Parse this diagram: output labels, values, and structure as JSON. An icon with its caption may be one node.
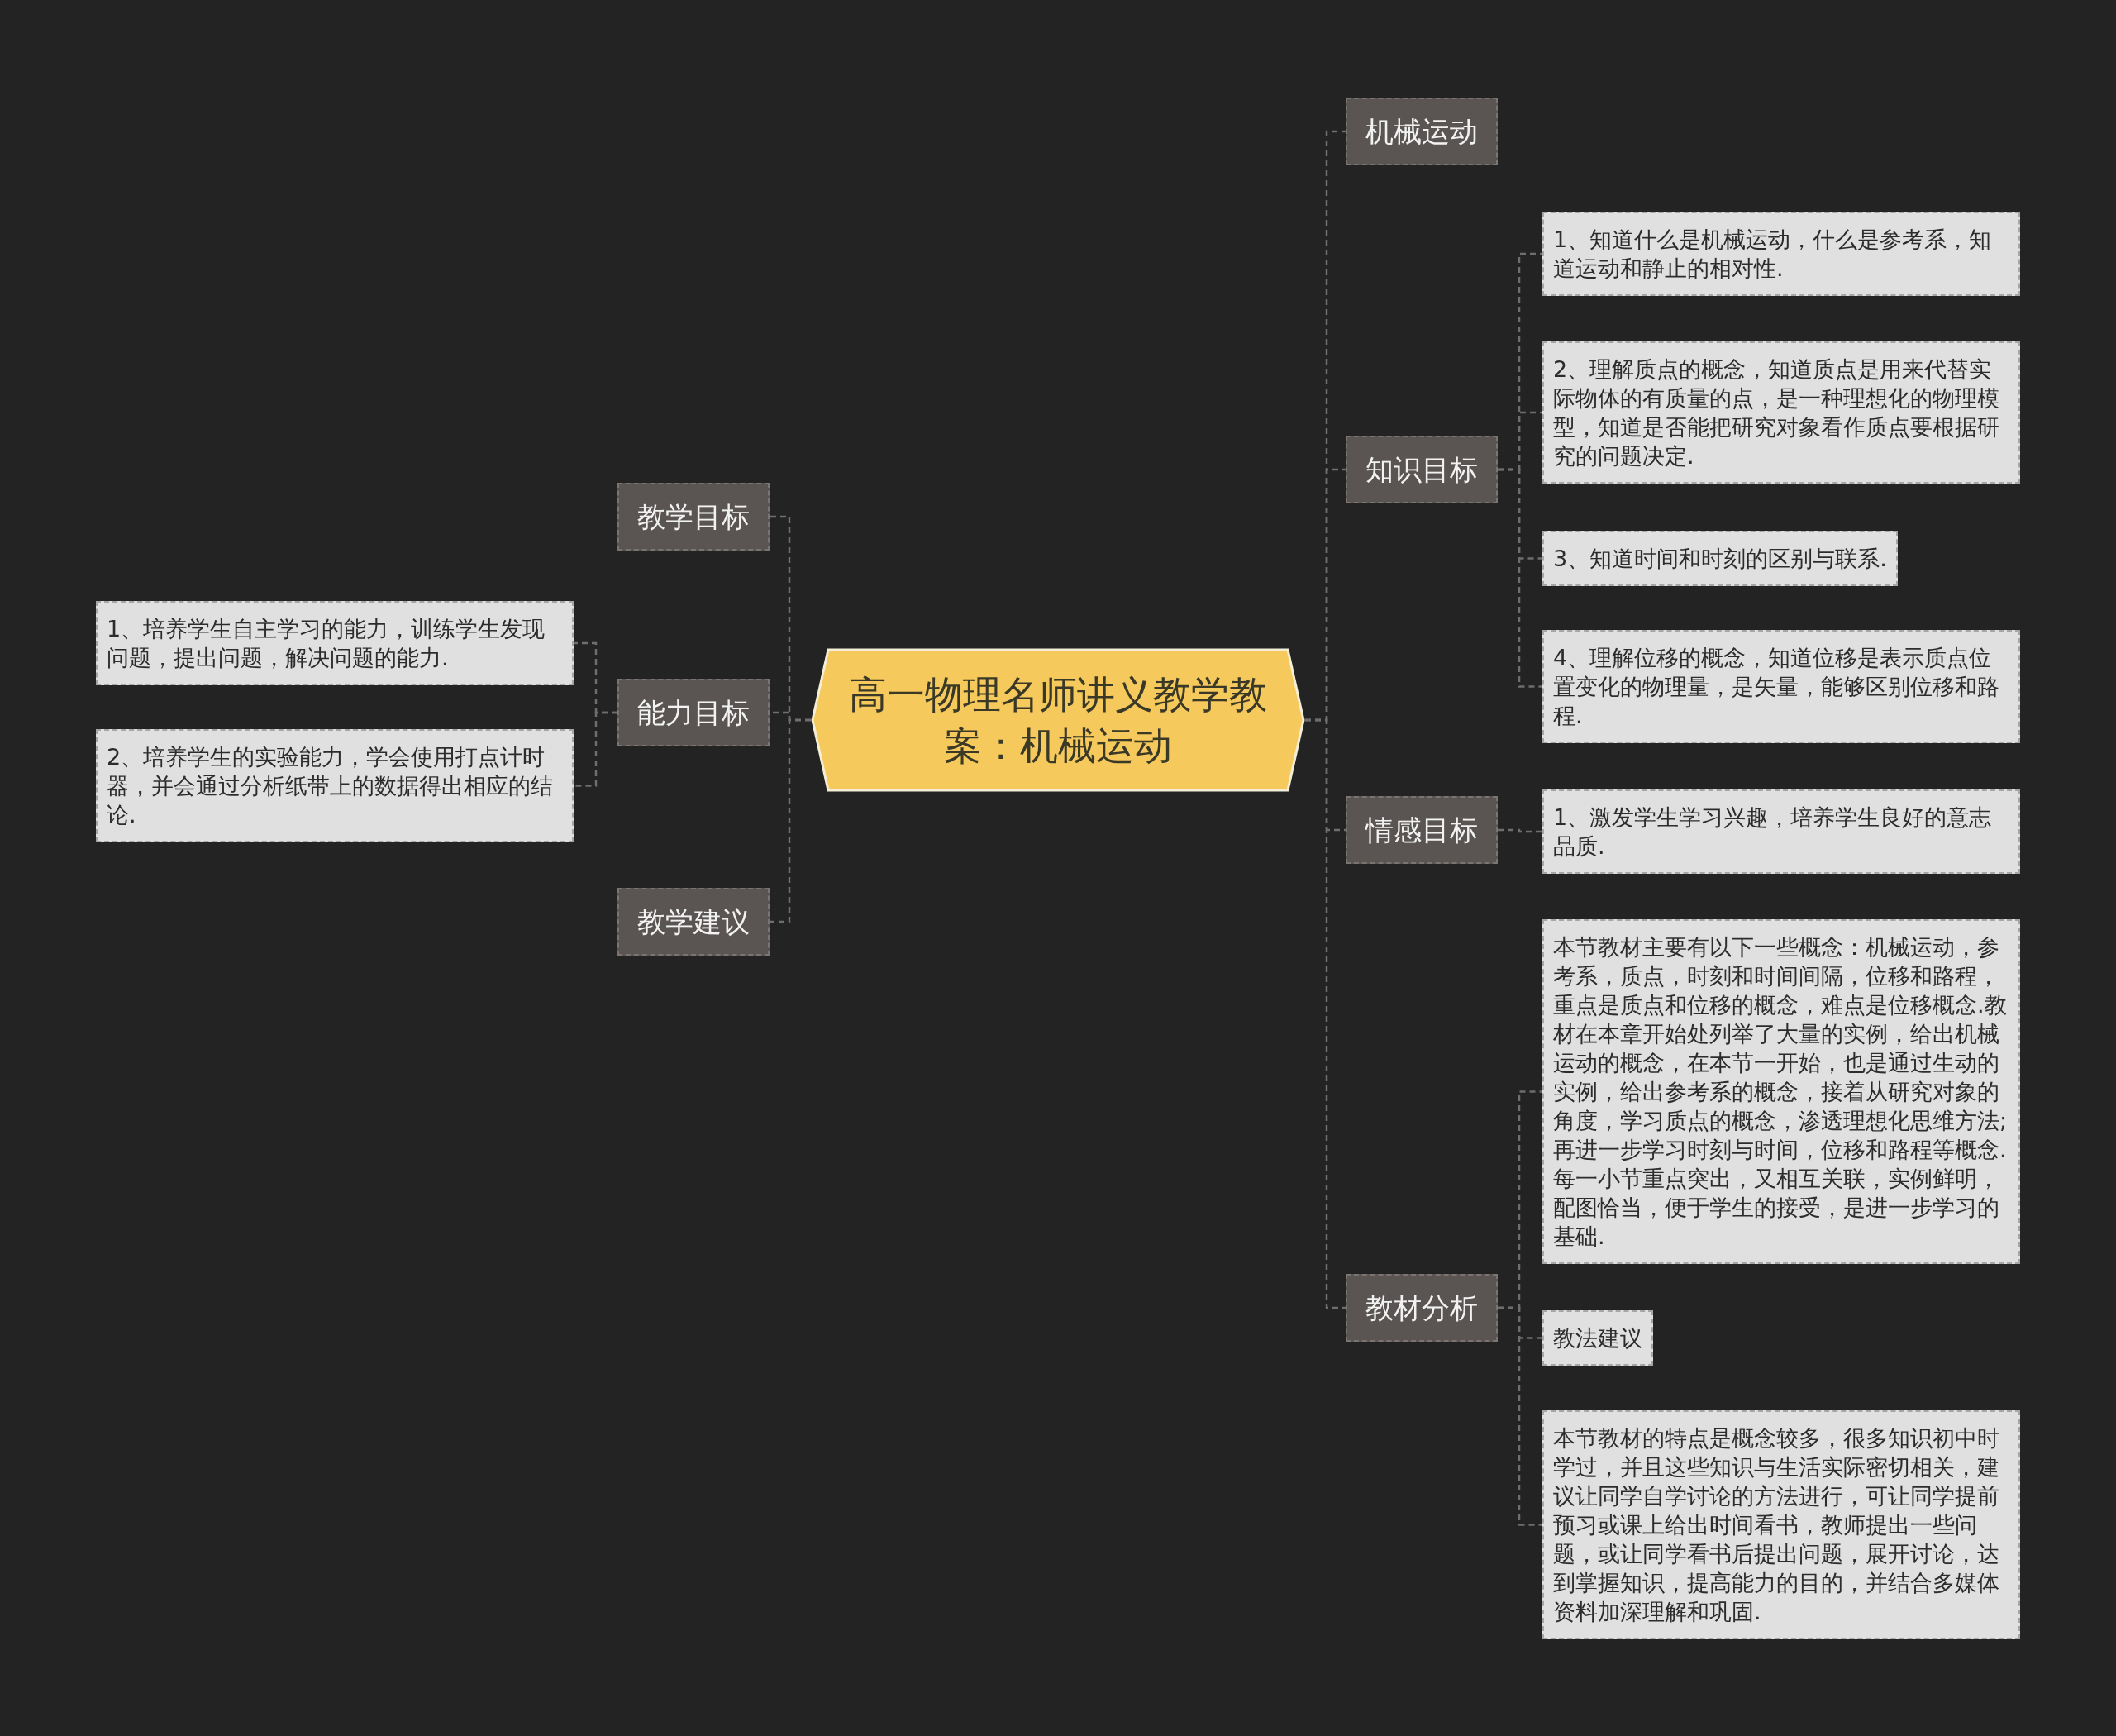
{
  "diagram": {
    "nodes": [
      {
        "text": [
          "高一物理名师讲义教学教案：机械运动"
        ]
      },
      {
        "text": [
          "教学目标"
        ]
      },
      {
        "text": [
          "能力目标"
        ]
      },
      {
        "text": [
          "教学建议"
        ]
      },
      {
        "text": [
          "1、培养学生自主学习的能力，训练学生发现问题，提出问题，解决问题的能力."
        ]
      },
      {
        "text": [
          "2、培养学生的实验能力，学会使用打点计时器，并会通过分析纸带上的数据得出相应的结论."
        ]
      },
      {
        "text": [
          "机械运动"
        ]
      },
      {
        "text": [
          "知识目标"
        ]
      },
      {
        "text": [
          "1、知道什么是机械运动，什么是参考系，知道运动和静止的相对性."
        ]
      },
      {
        "text": [
          "2、理解质点的概念，知道质点是用来代替实际物体的有质量的点，是一种理想化的物理模型，知道是否能把研究对象看作质点要根据研究的问题决定."
        ]
      },
      {
        "text": [
          "3、知道时间和时刻的区别与联系."
        ]
      },
      {
        "text": [
          "4、理解位移的概念，知道位移是表示质点位置变化的物理量，是矢量，能够区别位移和路程."
        ]
      },
      {
        "text": [
          "情感目标"
        ]
      },
      {
        "text": [
          "1、激发学生学习兴趣，培养学生良好的意志品质."
        ]
      },
      {
        "text": [
          "教材分析"
        ]
      },
      {
        "text": [
          "本节教材主要有以下一些概念：机械运动，参考系，质点，时刻和时间间隔，位移和路程，重点是质点和位移的概念，难点是位移概念.教材在本章开始处列举了大量的实例，给出机械运动的概念，在本节一开始，也是通过生动的实例，给出参考系的概念，接着从研究对象的角度，学习质点的概念，渗透理想化思维方法;再进一步学习时刻与时间，位移和路程等概念.每一小节重点突出，又相互关联，实例鲜明，配图恰当，便于学生的接受，是进一步学习的基础."
        ]
      },
      {
        "text": [
          "教法建议"
        ]
      },
      {
        "text": [
          "本节教材的特点是概念较多，很多知识初中时学过，并且这些知识与生活实际密切相关，建议让同学自学讨论的方法进行，可让同学提前预习或课上给出时间看书，教师提出一些问题，或让同学看书后提出问题，展开讨论，达到掌握知识，提高能力的目的，并结合多媒体资料加深理解和巩固."
        ]
      }
    ],
    "edges": [
      {
        "from": 0,
        "to": 1,
        "arrow": "none"
      },
      {
        "from": 0,
        "to": 2,
        "arrow": "none"
      },
      {
        "from": 0,
        "to": 3,
        "arrow": "none"
      },
      {
        "from": 2,
        "to": 4,
        "arrow": "none"
      },
      {
        "from": 2,
        "to": 5,
        "arrow": "none"
      },
      {
        "from": 0,
        "to": 6,
        "arrow": "none"
      },
      {
        "from": 0,
        "to": 7,
        "arrow": "none"
      },
      {
        "from": 7,
        "to": 8,
        "arrow": "none"
      },
      {
        "from": 7,
        "to": 9,
        "arrow": "none"
      },
      {
        "from": 7,
        "to": 10,
        "arrow": "none"
      },
      {
        "from": 7,
        "to": 11,
        "arrow": "none"
      },
      {
        "from": 0,
        "to": 12,
        "arrow": "none"
      },
      {
        "from": 12,
        "to": 13,
        "arrow": "none"
      },
      {
        "from": 0,
        "to": 14,
        "arrow": "none"
      },
      {
        "from": 14,
        "to": 15,
        "arrow": "none"
      },
      {
        "from": 14,
        "to": 16,
        "arrow": "none"
      },
      {
        "from": 14,
        "to": 17,
        "arrow": "none"
      }
    ]
  }
}
